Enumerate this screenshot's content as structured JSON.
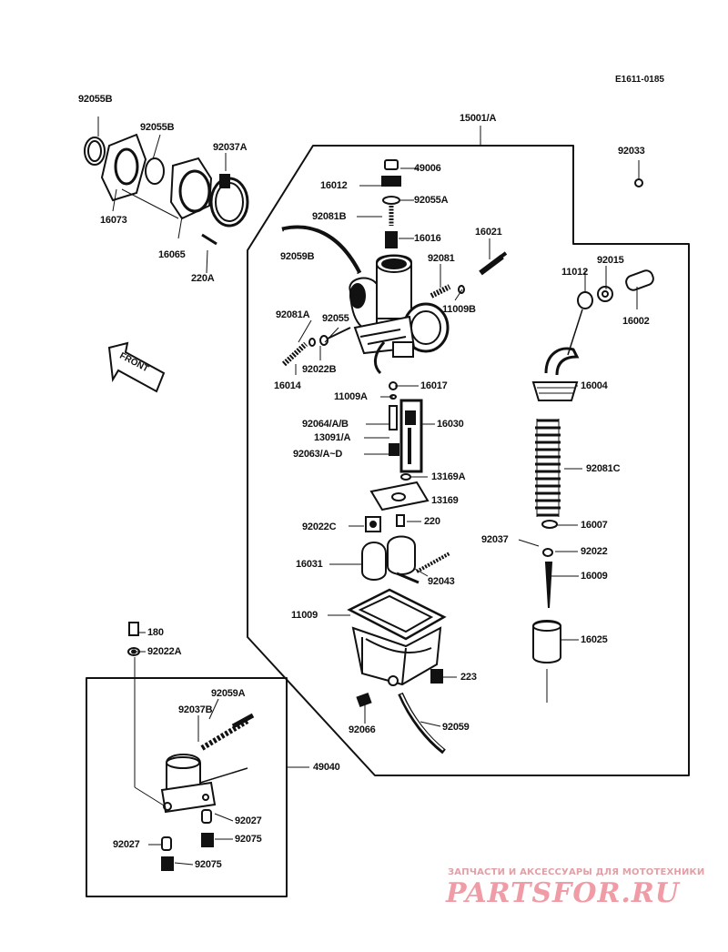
{
  "diagram_code": "E1611-0185",
  "front_label": "FRONT",
  "watermark": {
    "caption": "ЗАПЧАСТИ И АКСЕССУАРЫ ДЛЯ МОТОТЕХНИКИ",
    "logo": "PARTSFOR.RU"
  },
  "part_labels": {
    "p92055B_a": "92055B",
    "p92055B_b": "92055B",
    "p92037A": "92037A",
    "p16073": "16073",
    "p16065": "16065",
    "p220A": "220A",
    "p15001A": "15001/A",
    "p92033": "92033",
    "p49006": "49006",
    "p16012": "16012",
    "p92055A": "92055A",
    "p92081B": "92081B",
    "p16016": "16016",
    "p16021": "16021",
    "p92059B": "92059B",
    "p92081": "92081",
    "p11012": "11012",
    "p92015": "92015",
    "p11009B": "11009B",
    "p16002": "16002",
    "p92081A": "92081A",
    "p92055": "92055",
    "p92022B": "92022B",
    "p16014": "16014",
    "p16004": "16004",
    "p16017": "16017",
    "p11009A": "11009A",
    "p92064": "92064/A/B",
    "p13091A": "13091/A",
    "p16030": "16030",
    "p92063": "92063/A~D",
    "p92081C": "92081C",
    "p13169A": "13169A",
    "p13169": "13169",
    "p92022C": "92022C",
    "p220": "220",
    "p16007": "16007",
    "p92037": "92037",
    "p92022": "92022",
    "p16031": "16031",
    "p92043": "92043",
    "p16009": "16009",
    "p11009": "11009",
    "p180": "180",
    "p92022A": "92022A",
    "p16025": "16025",
    "p223": "223",
    "p92059A": "92059A",
    "p92037B": "92037B",
    "p92066": "92066",
    "p92059": "92059",
    "p49040": "49040",
    "p92027_a": "92027",
    "p92075_a": "92075",
    "p92027_b": "92027",
    "p92075_b": "92075"
  }
}
